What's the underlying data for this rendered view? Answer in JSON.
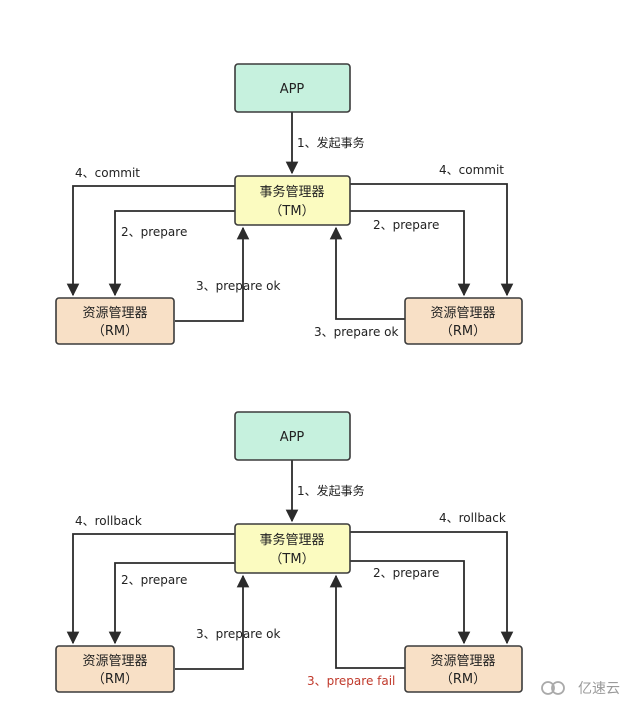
{
  "diagrams": [
    {
      "app": "APP",
      "tm_line1": "事务管理器",
      "tm_line2": "（TM）",
      "rm_left_line1": "资源管理器",
      "rm_left_line2": "（RM）",
      "rm_right_line1": "资源管理器",
      "rm_right_line2": "（RM）",
      "step1": "1、发起事务",
      "step4_left": "4、commit",
      "step4_right": "4、commit",
      "step2_left": "2、prepare",
      "step2_right": "2、prepare",
      "step3_left": "3、prepare ok",
      "step3_right": "3、prepare ok"
    },
    {
      "app": "APP",
      "tm_line1": "事务管理器",
      "tm_line2": "（TM）",
      "rm_left_line1": "资源管理器",
      "rm_left_line2": "（RM）",
      "rm_right_line1": "资源管理器",
      "rm_right_line2": "（RM）",
      "step1": "1、发起事务",
      "step4_left": "4、rollback",
      "step4_right": "4、rollback",
      "step2_left": "2、prepare",
      "step2_right": "2、prepare",
      "step3_left": "3、prepare ok",
      "step3_right": "3、prepare fail"
    }
  ],
  "watermark": "亿速云",
  "colors": {
    "app_fill": "#c6f1de",
    "tm_fill": "#fbfbc0",
    "rm_fill": "#f8e0c6",
    "fail_text": "#c0392b"
  }
}
